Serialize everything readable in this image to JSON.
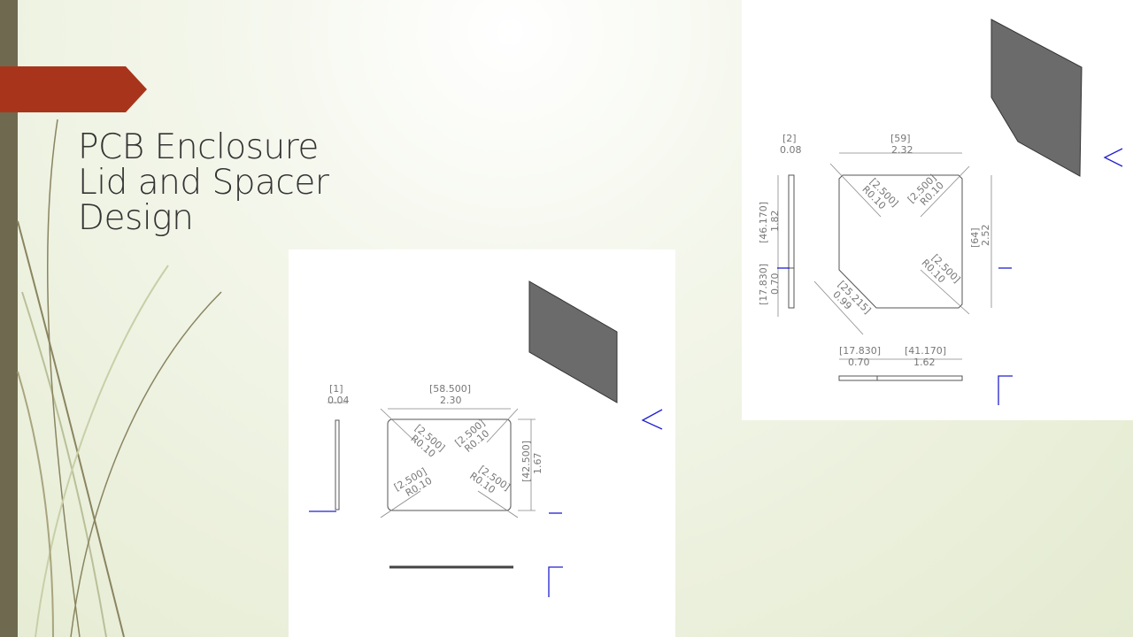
{
  "slide": {
    "title": "PCB Enclosure Lid and Spacer Design",
    "colors": {
      "banner": "#a8351b",
      "sidebar": "#6f6a4f",
      "title": "#333333"
    }
  },
  "lid_drawing": {
    "thickness": {
      "mm": "[1]",
      "in": "0.04"
    },
    "width": {
      "mm": "[58.500]",
      "in": "2.30"
    },
    "height": {
      "mm": "[42.500]",
      "in": "1.67"
    },
    "corner_radii": [
      {
        "mm": "[2.500]",
        "in": "R0.10"
      },
      {
        "mm": "[2.500]",
        "in": "R0.10"
      },
      {
        "mm": "[2.500]",
        "in": "R0.10"
      },
      {
        "mm": "[2.500]",
        "in": "R0.10"
      }
    ]
  },
  "spacer_drawing": {
    "thickness": {
      "mm": "[2]",
      "in": "0.08"
    },
    "width": {
      "mm": "[59]",
      "in": "2.32"
    },
    "height": {
      "mm": "[64]",
      "in": "2.52"
    },
    "side_upper": {
      "mm": "[46.170]",
      "in": "1.82"
    },
    "side_lower": {
      "mm": "[17.830]",
      "in": "0.70"
    },
    "chamfer": {
      "mm": "[25.215]",
      "in": "0.99"
    },
    "bottom_left": {
      "mm": "[17.830]",
      "in": "0.70"
    },
    "bottom_right": {
      "mm": "[41.170]",
      "in": "1.62"
    },
    "corner_radii": [
      {
        "mm": "[2.500]",
        "in": "R0.10"
      },
      {
        "mm": "[2.500]",
        "in": "R0.10"
      },
      {
        "mm": "[2.500]",
        "in": "R0.10"
      }
    ]
  }
}
